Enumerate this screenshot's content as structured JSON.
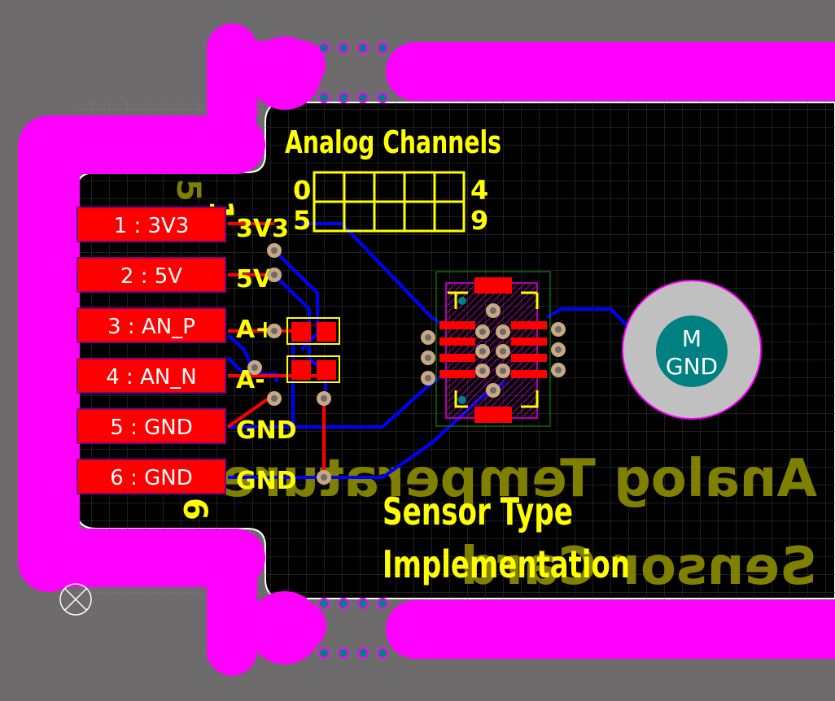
{
  "board": {
    "title_line1": "Analog Channels",
    "channel_labels": {
      "left_top": "0",
      "left_bottom": "5",
      "right_top": "4",
      "right_bottom": "9"
    },
    "bottom_text_line1": "Sensor Type",
    "bottom_text_line2": "Implementation",
    "mirrored_line1": "Analog Temperature",
    "mirrored_line2": "Sensor Card",
    "mirrored_pin_top": "1",
    "mirrored_pin_top_digit": "5",
    "mirrored_pin_bottom": "6"
  },
  "pads": [
    {
      "label": "1 : 3V3",
      "net": "3V3"
    },
    {
      "label": "2 : 5V",
      "net": "5V"
    },
    {
      "label": "3 : AN_P",
      "net": "A+"
    },
    {
      "label": "4 : AN_N",
      "net": "A-"
    },
    {
      "label": "5 : GND",
      "net": "GND"
    },
    {
      "label": "6 : GND",
      "net": "GND"
    }
  ],
  "mount_hole": {
    "line1": "M",
    "line2": "GND"
  },
  "colors": {
    "background": "#6d6b6c",
    "board": "#000000",
    "keepout": "#ff00ff",
    "top_copper": "#ff0000",
    "bottom_copper": "#0000ff",
    "silkscreen": "#ffff00",
    "mirrored_silk": "#808000",
    "via": "#c0a080",
    "teal": "#008080"
  }
}
